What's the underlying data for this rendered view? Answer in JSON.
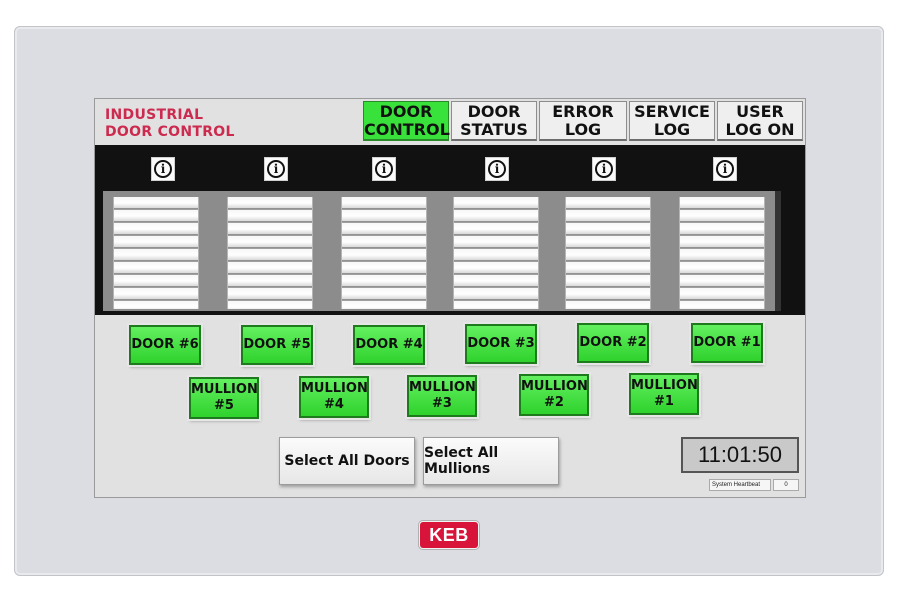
{
  "app": {
    "title_line1": "INDUSTRIAL",
    "title_line2": "DOOR CONTROL"
  },
  "tabs": [
    {
      "line1": "DOOR",
      "line2": "CONTROL",
      "active": true
    },
    {
      "line1": "DOOR",
      "line2": "STATUS",
      "active": false
    },
    {
      "line1": "ERROR",
      "line2": "LOG",
      "active": false
    },
    {
      "line1": "SERVICE",
      "line2": "LOG",
      "active": false
    },
    {
      "line1": "USER",
      "line2": "LOG ON",
      "active": false
    }
  ],
  "info_icon_glyph": "i",
  "doors": [
    {
      "label": "DOOR #6"
    },
    {
      "label": "DOOR #5"
    },
    {
      "label": "DOOR #4"
    },
    {
      "label": "DOOR #3"
    },
    {
      "label": "DOOR #2"
    },
    {
      "label": "DOOR #1"
    }
  ],
  "mullions": [
    {
      "line1": "MULLION",
      "line2": "#5"
    },
    {
      "line1": "MULLION",
      "line2": "#4"
    },
    {
      "line1": "MULLION",
      "line2": "#3"
    },
    {
      "line1": "MULLION",
      "line2": "#2"
    },
    {
      "line1": "MULLION",
      "line2": "#1"
    }
  ],
  "actions": {
    "select_all_doors": "Select All Doors",
    "select_all_mullions": "Select All Mullions"
  },
  "clock": {
    "time": "11:01:50"
  },
  "heartbeat": {
    "label": "System Heartbeat",
    "value": "0"
  },
  "brand": {
    "logo_text": "KEB"
  },
  "colors": {
    "active_green": "#39e23a",
    "title_red": "#cc2a4e",
    "logo_red": "#d8143a"
  }
}
